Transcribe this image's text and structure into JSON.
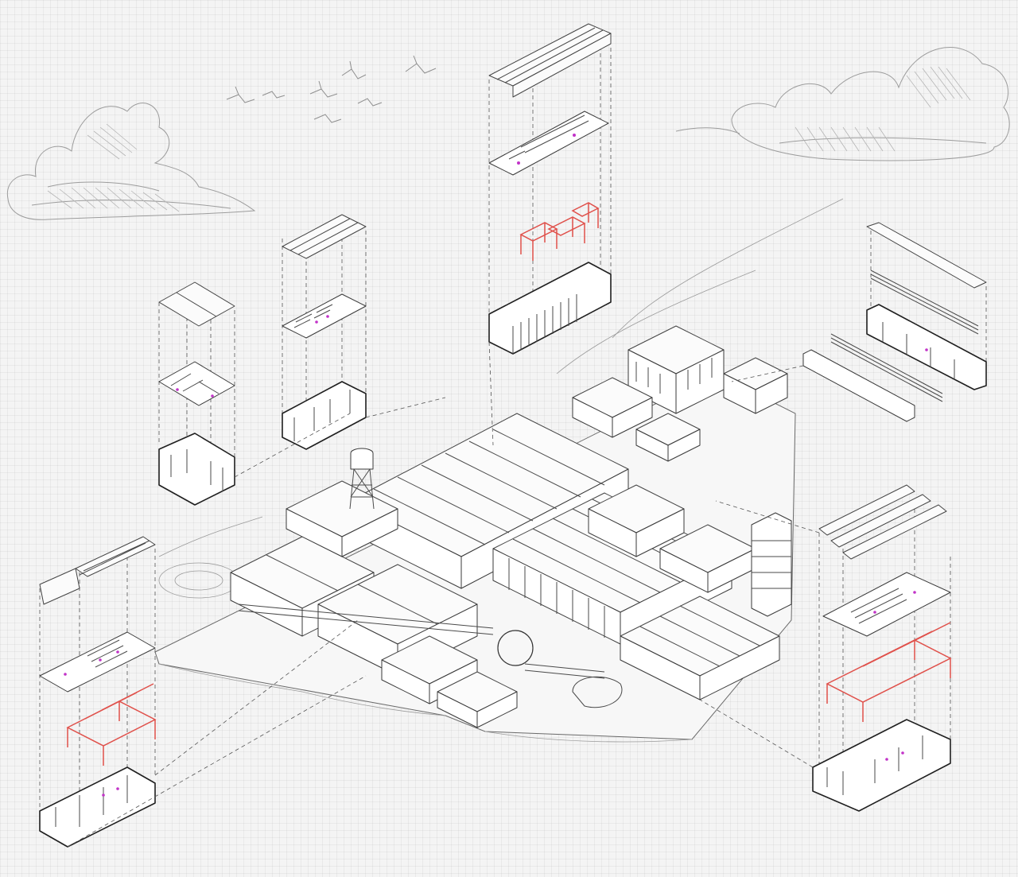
{
  "diagram": {
    "kind": "exploded isometric axonometric of an industrial heritage site",
    "colors": {
      "background": "#f4f4f4",
      "linework": "#3a3a3a",
      "structure_frame": "#e0504a",
      "people_markers": "#c233c8"
    },
    "exploded_assemblies": [
      {
        "id": "top-center",
        "layers": [
          "roof",
          "furnished-floor",
          "structural-frame",
          "shell"
        ]
      },
      {
        "id": "left-upper",
        "layers": [
          "roof",
          "furnished-floor",
          "shell"
        ]
      },
      {
        "id": "mid-left",
        "layers": [
          "roof",
          "furnished-floor",
          "shell"
        ]
      },
      {
        "id": "bottom-left",
        "layers": [
          "roof",
          "furnished-floor",
          "structural-frame",
          "shell"
        ]
      },
      {
        "id": "right-upper",
        "layers": [
          "roof",
          "shading-screen",
          "shell",
          "boundary-wall"
        ]
      },
      {
        "id": "right-lower",
        "layers": [
          "roof",
          "furnished-floor",
          "structural-frame",
          "shell"
        ]
      }
    ],
    "decorations": [
      "clouds-left",
      "clouds-right",
      "birds"
    ]
  }
}
